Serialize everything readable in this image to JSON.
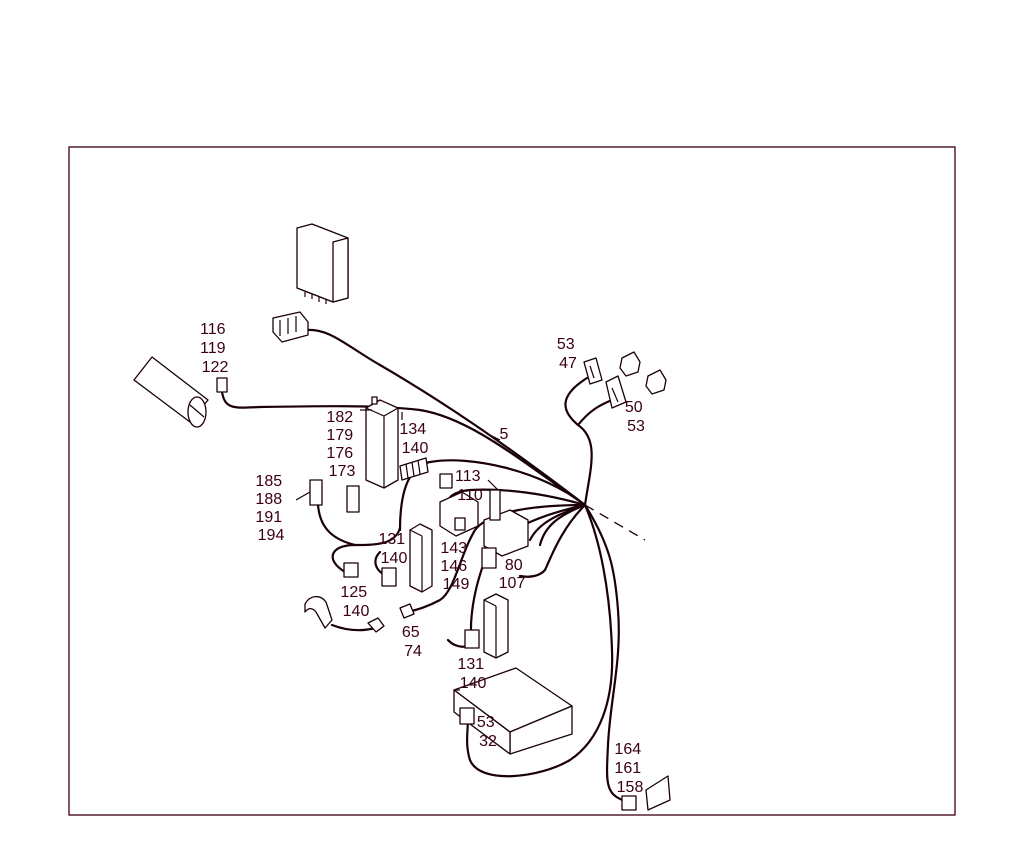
{
  "callouts": {
    "c_116_119_122": [
      "116",
      "119",
      "122"
    ],
    "c_53_47": [
      "53",
      "47"
    ],
    "c_50_53": [
      "50",
      "53"
    ],
    "c_5": [
      "5"
    ],
    "c_182_179_176_173": [
      "182",
      "179",
      "176",
      "173"
    ],
    "c_134_140": [
      "134",
      "140"
    ],
    "c_185_188_191_194": [
      "185",
      "188",
      "191",
      "194"
    ],
    "c_113_110": [
      "113",
      "110"
    ],
    "c_131_140_a": [
      "131",
      "140"
    ],
    "c_143_146_149": [
      "143",
      "146",
      "149"
    ],
    "c_80_107": [
      "80",
      "107"
    ],
    "c_125_140": [
      "125",
      "140"
    ],
    "c_65_74": [
      "65",
      "74"
    ],
    "c_131_140_b": [
      "131",
      "140"
    ],
    "c_53_32": [
      "53",
      "32"
    ],
    "c_164_161_158": [
      "164",
      "161",
      "158"
    ]
  }
}
